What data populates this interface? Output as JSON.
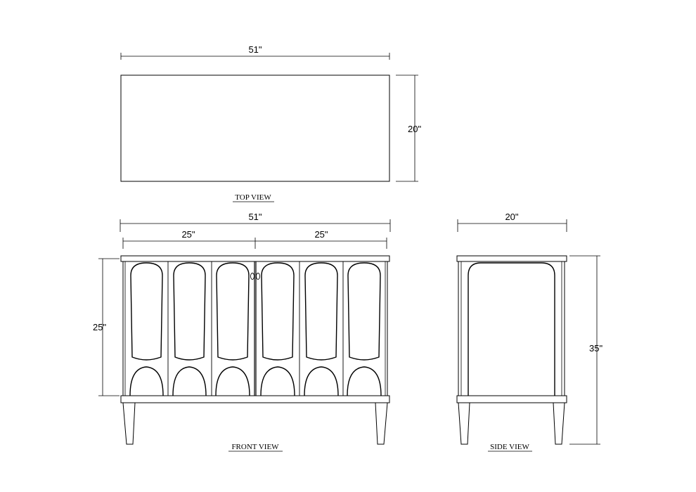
{
  "top_view": {
    "caption": "TOP VIEW",
    "width_label": "51\"",
    "depth_label": "20\""
  },
  "front_view": {
    "caption": "FRONT VIEW",
    "overall_width_label": "51\"",
    "left_half_label": "25\"",
    "right_half_label": "25\"",
    "cabinet_height_label": "25\""
  },
  "side_view": {
    "caption": "SIDE VIEW",
    "depth_label": "20\"",
    "total_height_label": "35\""
  }
}
